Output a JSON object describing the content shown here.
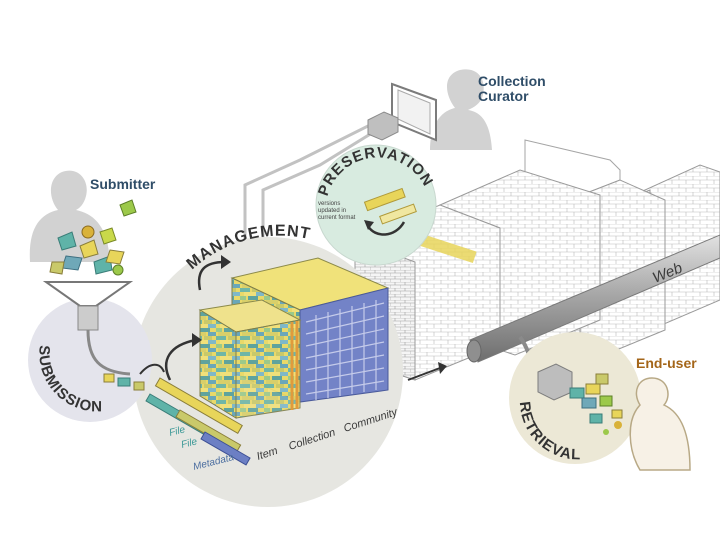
{
  "roles": {
    "collection_curator_line1": "Collection",
    "collection_curator_line2": "Curator",
    "submitter": "Submitter",
    "end_user": "End-user"
  },
  "stages": {
    "preservation": "PRESERVATION",
    "management": "MANAGEMENT",
    "submission": "SUBMISSION",
    "retrieval": "RETRIEVAL"
  },
  "preservation_note": [
    "versions",
    "updated in",
    "current format"
  ],
  "network_label": "Web",
  "hierarchy": {
    "file_1": "File",
    "file_2": "File",
    "metadata": "Metadata",
    "item": "Item",
    "collection": "Collection",
    "community": "Community"
  },
  "colors": {
    "role_label": "#2f4d68",
    "end_user_label": "#a4661a",
    "silhouette": "#d2d2d2",
    "stage_circle": "#e6e6e1",
    "preservation_circle": "#d8ebe0",
    "accent_yellow": "#e8d55a",
    "accent_teal": "#5fb3a8",
    "accent_blue": "#6c7fc4"
  }
}
